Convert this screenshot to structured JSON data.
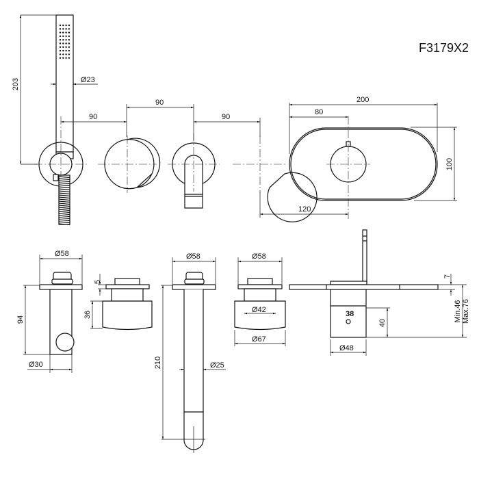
{
  "title": "F3179X2",
  "top_view": {
    "handshower_length": "203",
    "handshower_diameter": "Ø23",
    "spacing_1": "90",
    "spacing_2": "90",
    "spacing_3": "90",
    "plate_width": "200",
    "plate_knob_offset": "80",
    "plate_height": "100",
    "knob_to_plate_knob": "120"
  },
  "side_view": {
    "holder_flange_diameter": "Ø58",
    "holder_depth": "94",
    "holder_body_diameter": "Ø30",
    "cartridge_flange_thickness": "5",
    "cartridge_knob_height": "36",
    "spout_flange_diameter": "Ø58",
    "spout_length": "210",
    "spout_diameter": "Ø25",
    "mixer_flange_diameter": "Ø58",
    "mixer_neck_diameter": "Ø42",
    "mixer_knob_diameter": "Ø67",
    "plate_thickness": "7",
    "thermo_knob_height": "40",
    "thermo_knob_diameter": "Ø48",
    "embed_min": "Min.46",
    "embed_max": "Max.76"
  }
}
